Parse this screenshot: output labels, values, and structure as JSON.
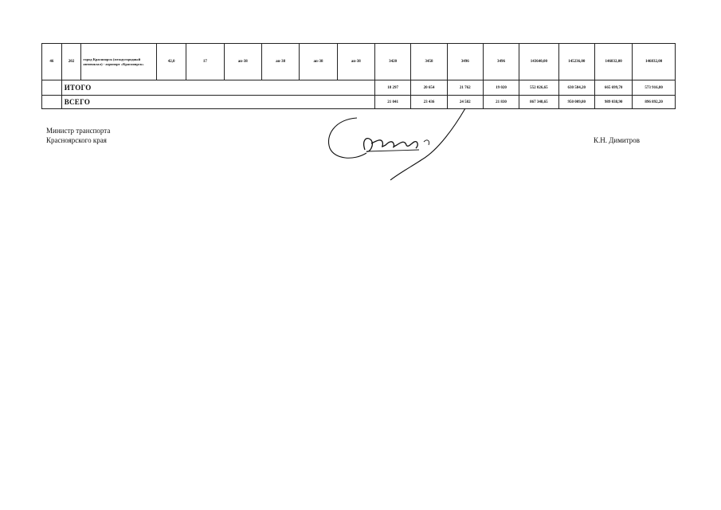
{
  "table": {
    "row": {
      "num": "46",
      "code": "202",
      "route": "город Красноярск (междугородный автовокзал) - аэропорт «Красноярск»",
      "length": "42,0",
      "stops": "17",
      "c1": "ап-38",
      "c2": "ап-38",
      "c3": "ап-38",
      "c4": "ап-38",
      "v1": "3420",
      "v2": "3458",
      "v3": "3496",
      "v4": "3496",
      "m1": "143640,00",
      "m2": "145236,00",
      "m3": "146832,00",
      "m4": "146832,00"
    },
    "itogo": {
      "label": "ИТОГО",
      "v1": "18 297",
      "v2": "20 654",
      "v3": "21 762",
      "v4": "19 020",
      "m1": "552 026,65",
      "m2": "630 584,20",
      "m3": "665 699,70",
      "m4": "573 916,80"
    },
    "vsego": {
      "label": "ВСЕГО",
      "v1": "21 041",
      "v2": "23 436",
      "v3": "24 582",
      "v4": "21 830",
      "m1": "867 348,65",
      "m2": "950 009,80",
      "m3": "989 038,90",
      "m4": "896 892,20"
    }
  },
  "signature_block": {
    "minister_line1": "Министр транспорта",
    "minister_line2": "Красноярского края",
    "signer": "К.Н. Димитров"
  }
}
